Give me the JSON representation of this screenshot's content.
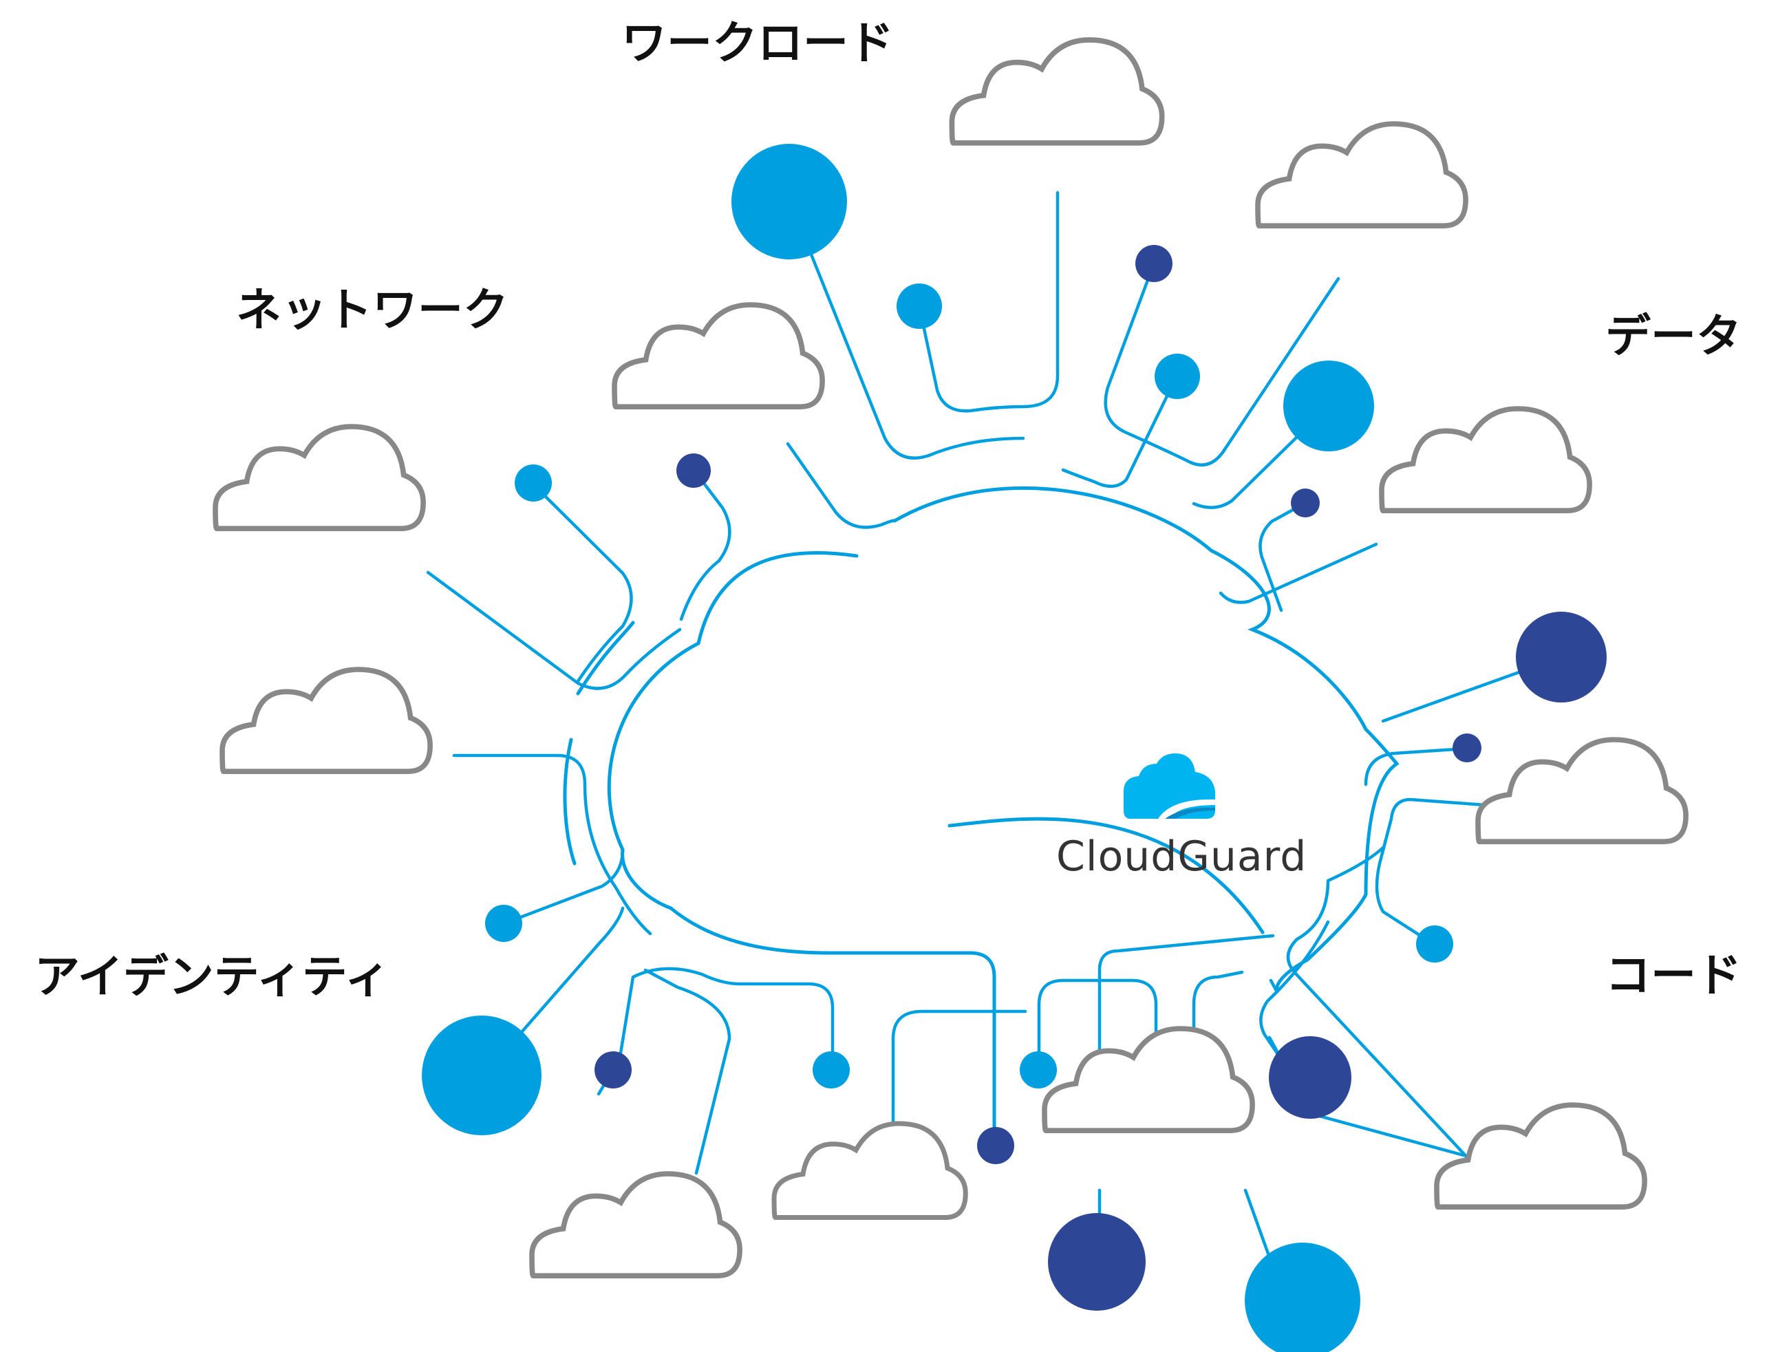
{
  "labels": {
    "workload": "ワークロード",
    "network": "ネットワーク",
    "data": "データ",
    "identity": "アイデンティティ",
    "code": "コード"
  },
  "logo": {
    "text": "CloudGuard",
    "color_light": "#00b4f0",
    "color_dark": "#0a88c6"
  },
  "colors": {
    "line": "#009fdf",
    "node_light": "#009fdf",
    "node_dark": "#2e4696",
    "cloud_outline": "#888888"
  }
}
